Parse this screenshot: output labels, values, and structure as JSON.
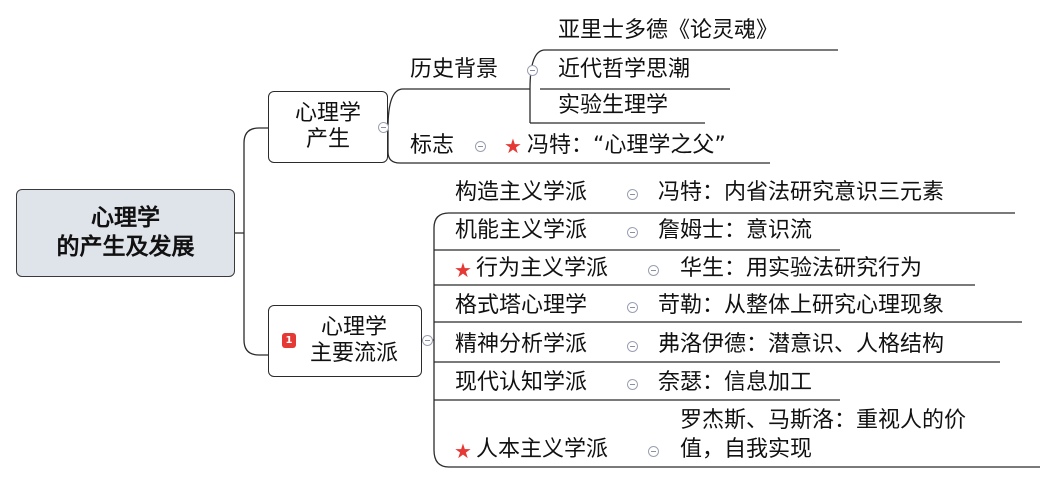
{
  "root": {
    "line1": "心理学",
    "line2": "的产生及发展"
  },
  "origin": {
    "line1": "心理学",
    "line2": "产生",
    "history": {
      "label": "历史背景",
      "items": [
        "亚里士多德《论灵魂》",
        "近代哲学思潮",
        "实验生理学"
      ]
    },
    "marker": {
      "label": "标志",
      "value": "冯特：“心理学之父”",
      "starred": true
    }
  },
  "schools": {
    "line1": "心理学",
    "line2": "主要流派",
    "badge": "1",
    "items": [
      {
        "name": "构造主义学派",
        "desc": "冯特：内省法研究意识三元素",
        "starred": false
      },
      {
        "name": "机能主义学派",
        "desc": "詹姆士：意识流",
        "starred": false
      },
      {
        "name": "行为主义学派",
        "desc": "华生：用实验法研究行为",
        "starred": true
      },
      {
        "name": "格式塔心理学",
        "desc": "苛勒：从整体上研究心理现象",
        "starred": false
      },
      {
        "name": "精神分析学派",
        "desc": "弗洛伊德：潜意识、人格结构",
        "starred": false
      },
      {
        "name": "现代认知学派",
        "desc": "奈瑟：信息加工",
        "starred": false
      },
      {
        "name": "人本主义学派",
        "desc": "罗杰斯、马斯洛：重视人的价值，自我实现",
        "desc_line1": "罗杰斯、马斯洛：重视人的价",
        "desc_line2": "值，自我实现",
        "starred": true
      }
    ]
  },
  "colors": {
    "root_fill": "#dfe3ea",
    "line": "#2b2b2b",
    "star": "#e53935",
    "badge": "#e53935"
  },
  "icons": {
    "star": "star-icon",
    "collapse": "collapse-toggle-icon",
    "priority": "priority-badge-icon"
  }
}
